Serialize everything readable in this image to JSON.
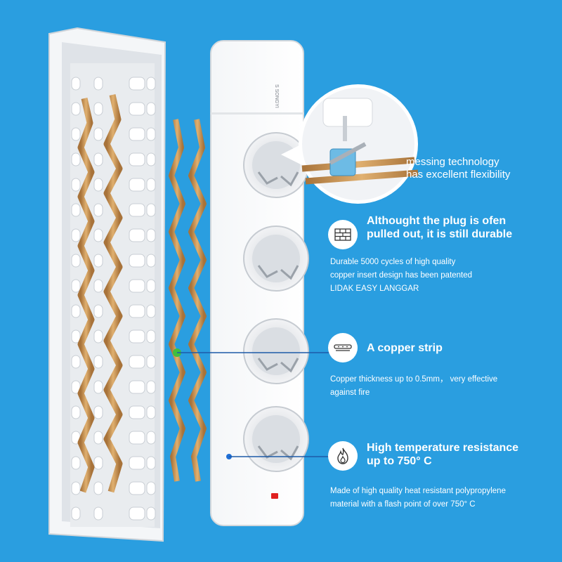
{
  "colors": {
    "background": "#2a9ee0",
    "copper": "#c9944f",
    "housing": "#ffffff",
    "socket": "#e7e9ec",
    "indicator_blue": "#1f6fd6",
    "indicator_red": "#e02020"
  },
  "brand_logo_text": "S SONGYI",
  "callout": {
    "text": "messing technology\nhas excellent flexibility"
  },
  "features": [
    {
      "icon": "brick-wall-icon",
      "title": "Althought the plug is ofen\npulled out, it is still durable",
      "description": "Durable 5000 cycles of high quality\ncopper insert design has been patented\nLIDAK EASY LANGGAR"
    },
    {
      "icon": "copper-strip-icon",
      "title": "A copper strip",
      "description": "Copper thickness up to 0.5mm， very effective\nagainst fire"
    },
    {
      "icon": "flame-icon",
      "title": "High temperature resistance\nup to 750° C",
      "description": "Made of high quality heat resistant polypropylene\nmaterial with a flash point of over  750° C"
    }
  ]
}
